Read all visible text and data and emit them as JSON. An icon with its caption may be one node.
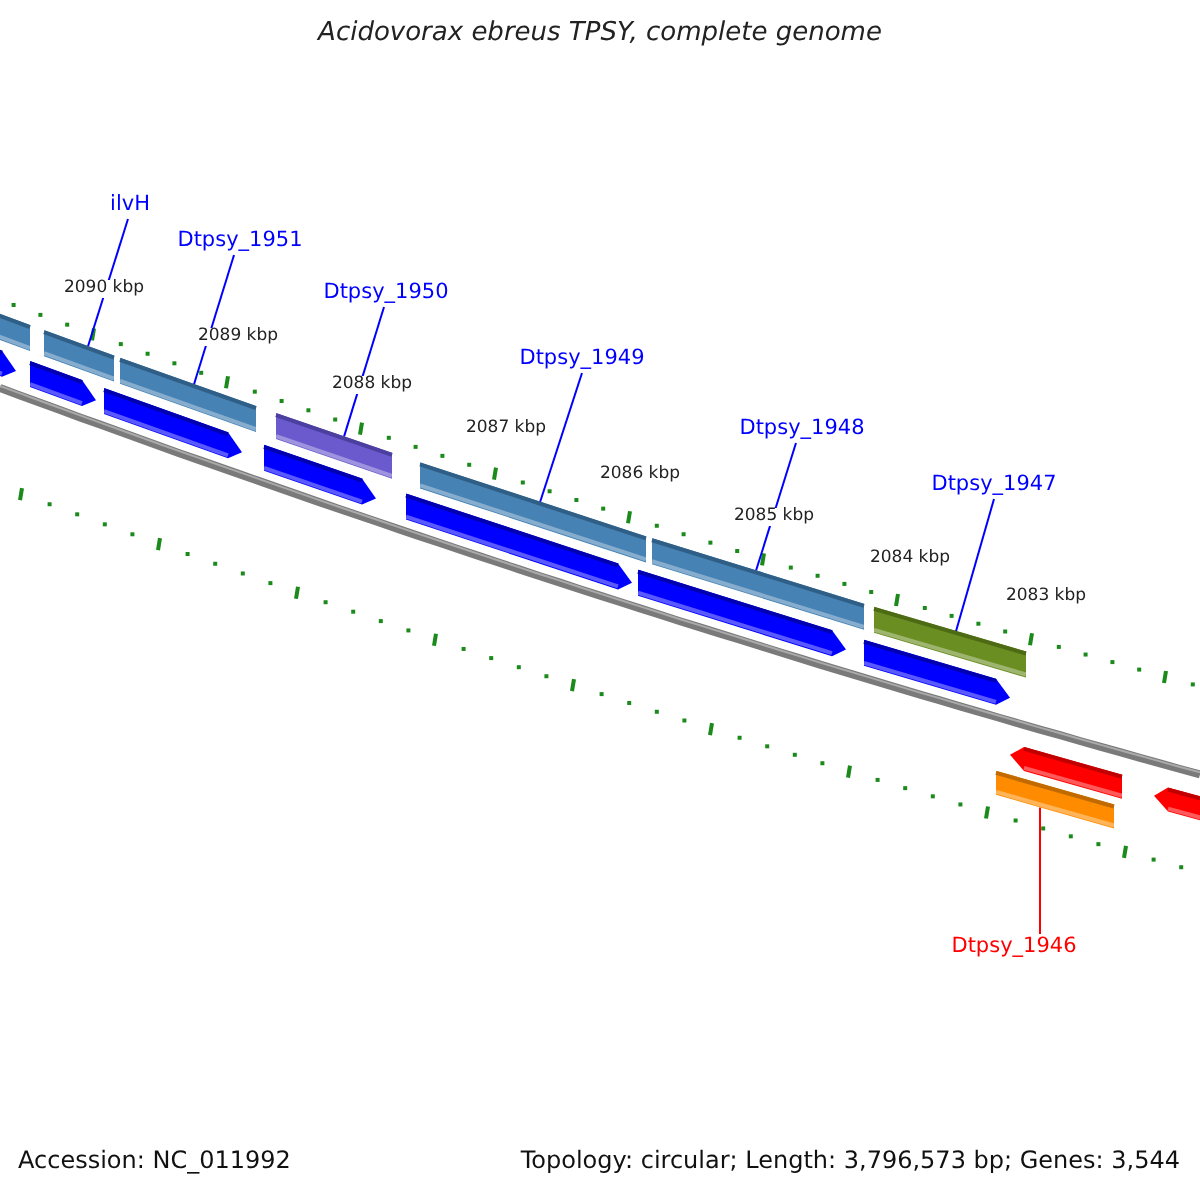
{
  "diagram": {
    "title": "Acidovorax ebreus TPSY, complete genome",
    "nodes": [
      {
        "text": [
          "ilvH"
        ]
      },
      {
        "text": [
          "Dtpsy_1951"
        ]
      },
      {
        "text": [
          "Dtpsy_1950"
        ]
      },
      {
        "text": [
          "Dtpsy_1949"
        ]
      },
      {
        "text": [
          "Dtpsy_1948"
        ]
      },
      {
        "text": [
          "Dtpsy_1947"
        ]
      },
      {
        "text": [
          "Dtpsy_1946"
        ]
      },
      {
        "text": [],
        "shape": "bar"
      },
      {
        "text": [],
        "shape": "bar"
      },
      {
        "text": [],
        "shape": "bar"
      },
      {
        "text": [],
        "shape": "bar"
      },
      {
        "text": [],
        "shape": "bar"
      },
      {
        "text": [],
        "shape": "bar"
      },
      {
        "text": [],
        "shape": "bar"
      },
      {
        "text": [],
        "shape": "bar"
      },
      {
        "text": [],
        "shape": "arrow"
      },
      {
        "text": [],
        "shape": "arrow"
      },
      {
        "text": [],
        "shape": "arrow"
      },
      {
        "text": [],
        "shape": "arrow"
      },
      {
        "text": [],
        "shape": "arrow"
      },
      {
        "text": [],
        "shape": "arrow"
      },
      {
        "text": [],
        "shape": "arrow"
      },
      {
        "text": [],
        "shape": "arrow"
      },
      {
        "text": [],
        "shape": "arrow"
      }
    ],
    "edges": [
      {
        "from": 0,
        "to": 7,
        "arrow": "none"
      },
      {
        "from": 1,
        "to": 8,
        "arrow": "none"
      },
      {
        "from": 2,
        "to": 9,
        "arrow": "none"
      },
      {
        "from": 3,
        "to": 10,
        "arrow": "none"
      },
      {
        "from": 4,
        "to": 11,
        "arrow": "none"
      },
      {
        "from": 5,
        "to": 12,
        "arrow": "none"
      },
      {
        "from": 6,
        "to": 13,
        "arrow": "none",
        "color": "#ff0000"
      }
    ],
    "labels": [
      "2090 kbp",
      "2089 kbp",
      "2088 kbp",
      "2087 kbp",
      "2086 kbp",
      "2085 kbp",
      "2084 kbp",
      "2083 kbp",
      "Accession: NC_011992",
      "Topology: circular; Length: 3,796,573 bp; Genes: 3,544"
    ]
  }
}
